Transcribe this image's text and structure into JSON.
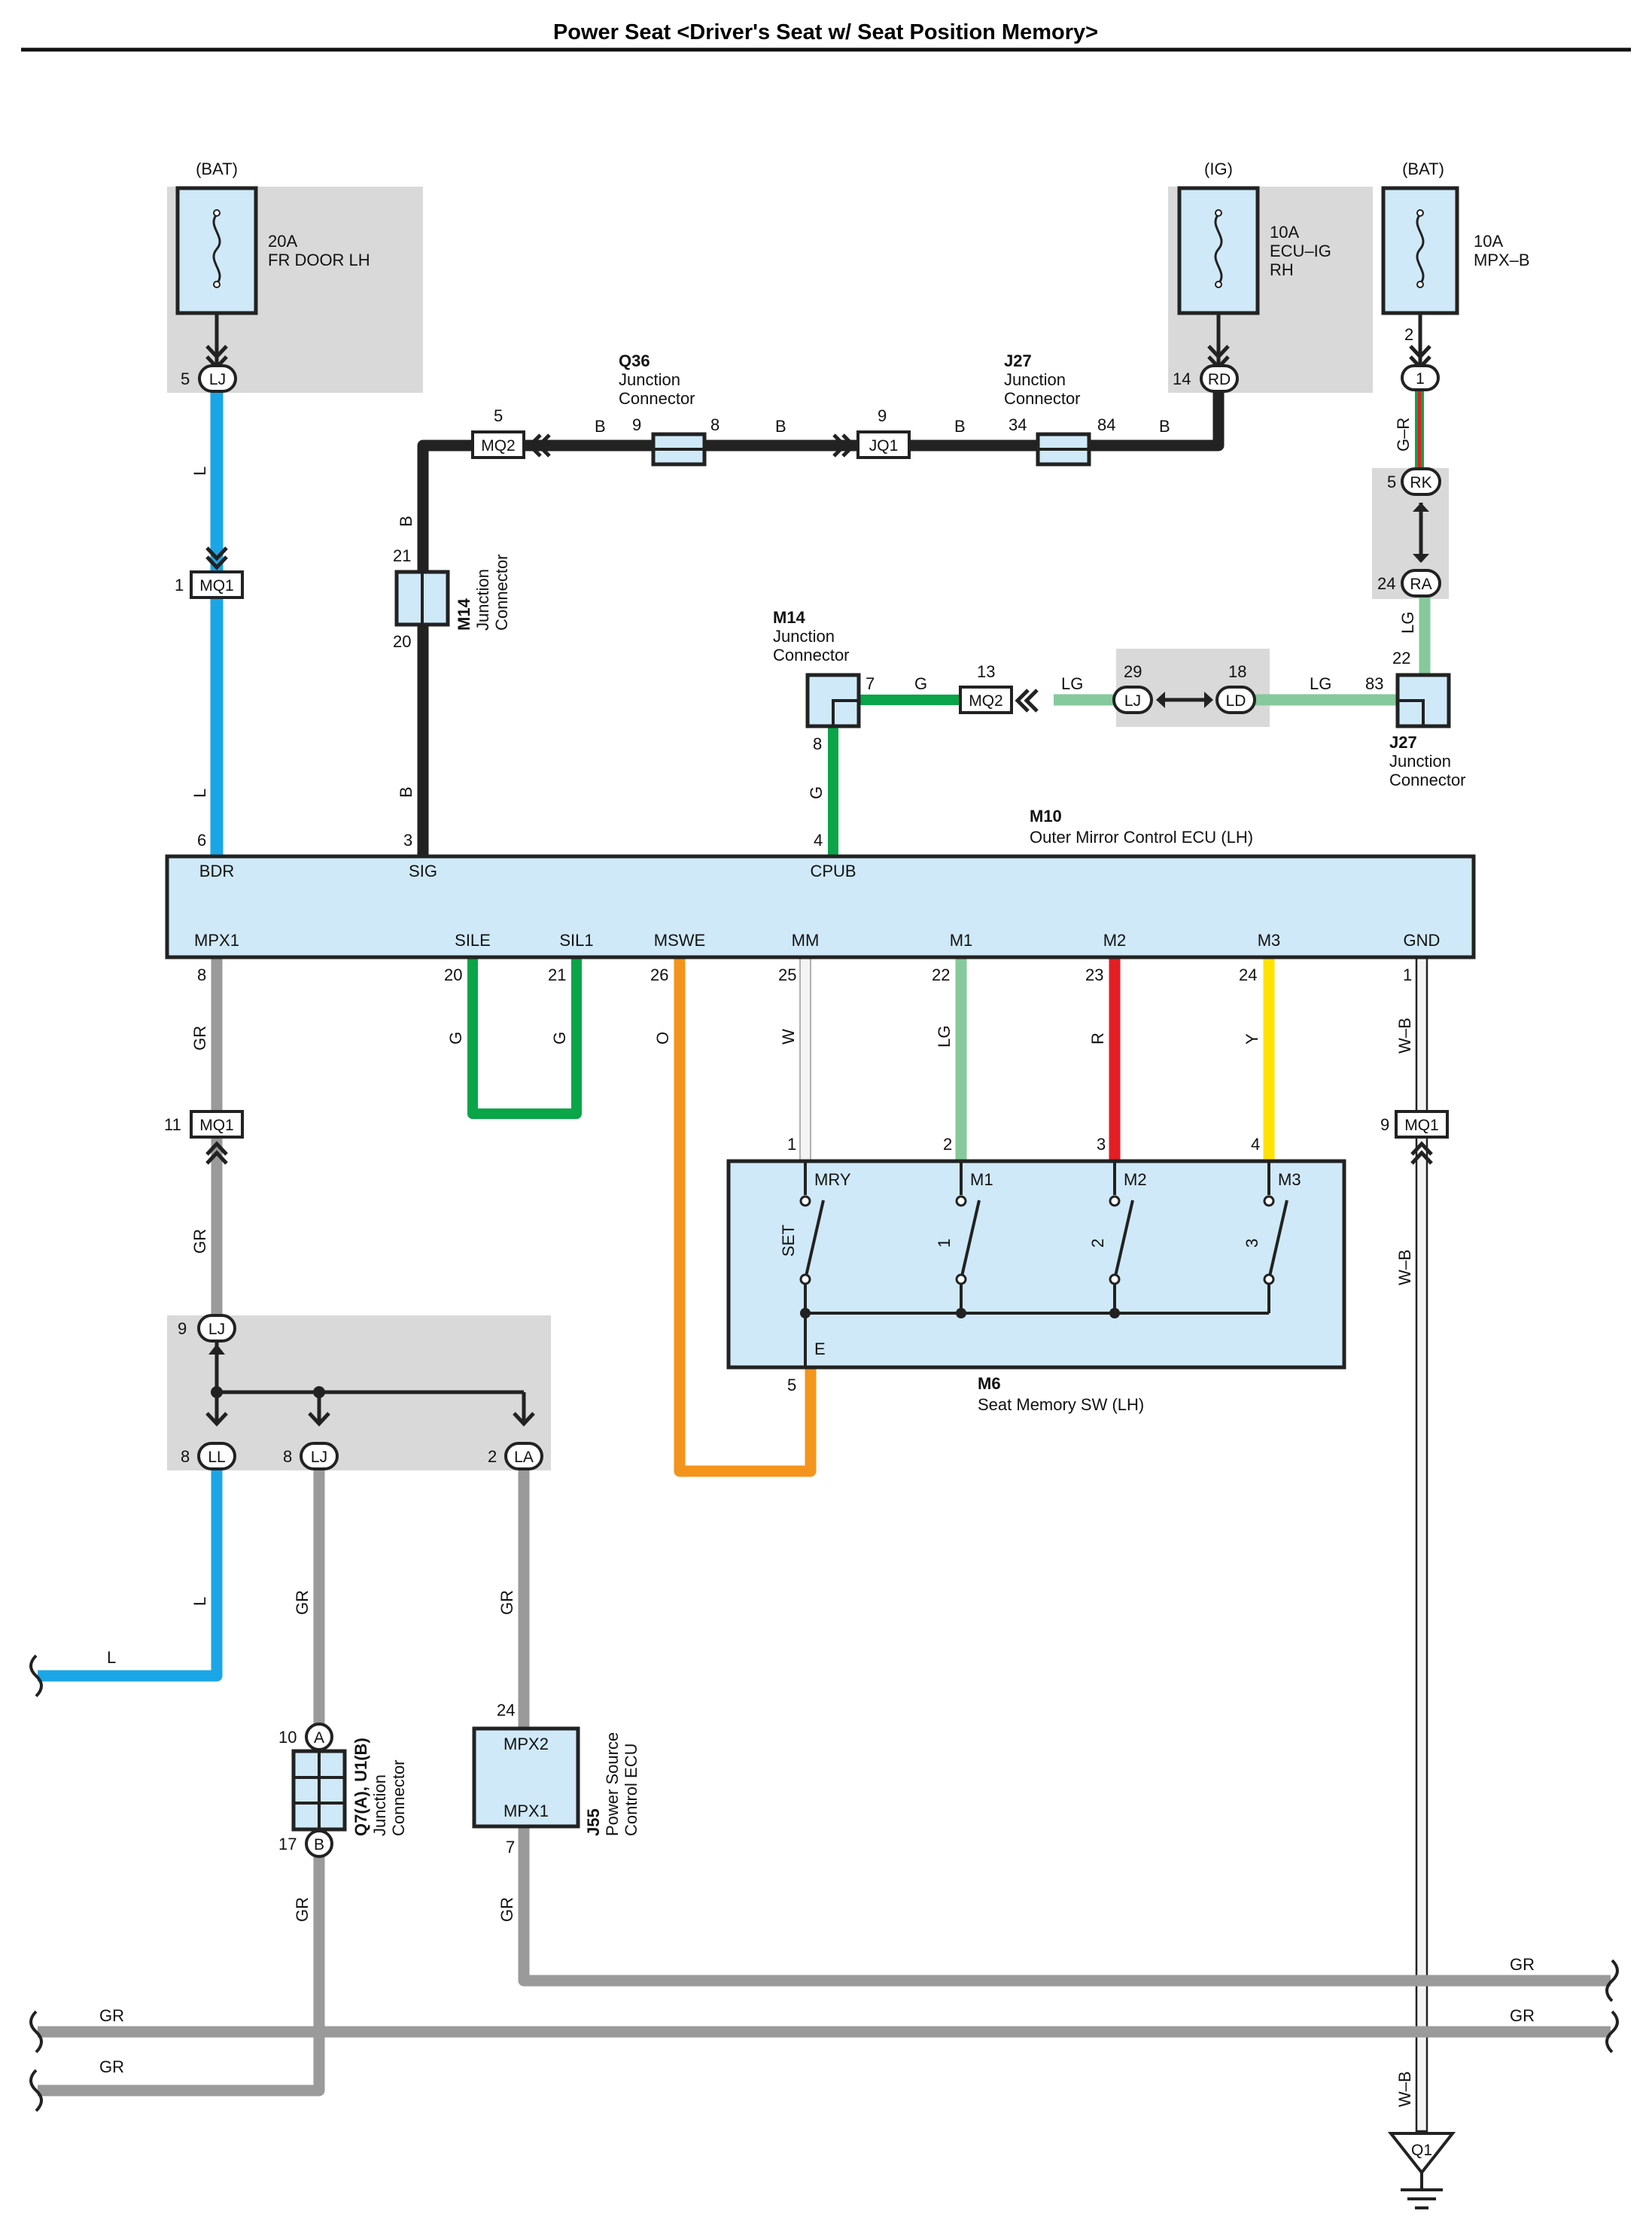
{
  "title": "Power Seat <Driver's Seat w/ Seat Position Memory>",
  "colors": {
    "L": "#1aa6e6",
    "B": "#222222",
    "G": "#0aa548",
    "LG": "#86c99c",
    "GR": "#9a9a9a",
    "O": "#f3941c",
    "W": "#f4f4f4",
    "R": "#e31e24",
    "Y": "#ffe200",
    "component_fill": "#cfe9f8",
    "shade": "#d9d9d9"
  },
  "power": {
    "bat_left": {
      "source": "(BAT)",
      "amp": "20A",
      "name": "FR DOOR LH",
      "conn": "LJ",
      "pin": "5"
    },
    "ig": {
      "source": "(IG)",
      "amp": "10A",
      "name1": "ECU–IG",
      "name2": "RH",
      "conn": "RD",
      "pin": "14"
    },
    "bat_right": {
      "source": "(BAT)",
      "amp": "10A",
      "name": "MPX–B",
      "pin_top": "2",
      "conn": "1"
    }
  },
  "connectors": {
    "mq2_top": {
      "label": "MQ2",
      "pin": "5"
    },
    "q36": {
      "id": "Q36",
      "desc1": "Junction",
      "desc2": "Connector",
      "pin_l": "9",
      "pin_r": "8"
    },
    "jq1": {
      "label": "JQ1",
      "pin": "9"
    },
    "j27_top": {
      "id": "J27",
      "desc1": "Junction",
      "desc2": "Connector",
      "pin_l": "34",
      "pin_r": "84"
    },
    "rk": {
      "label": "RK",
      "pin": "5"
    },
    "ra": {
      "label": "RA",
      "pin": "24"
    },
    "mq1_top": {
      "label": "MQ1",
      "pin": "1"
    },
    "m14_left": {
      "id": "M14",
      "desc1": "Junction",
      "desc2": "Connector",
      "pin_t": "21",
      "pin_b": "20"
    },
    "m14_mid": {
      "id": "M14",
      "desc1": "Junction",
      "desc2": "Connector",
      "pin_r": "7",
      "pin_b": "8"
    },
    "mq2_mid": {
      "label": "MQ2",
      "pin": "13"
    },
    "lj_mid": {
      "label": "LJ",
      "pin": "29"
    },
    "ld": {
      "label": "LD",
      "pin": "18"
    },
    "j27_right": {
      "id": "J27",
      "desc1": "Junction",
      "desc2": "Connector",
      "pin_t": "22",
      "pin_l": "83"
    },
    "mq1_left": {
      "label": "MQ1",
      "pin": "11"
    },
    "mq1_right": {
      "label": "MQ1",
      "pin": "9"
    },
    "lj_lower": {
      "label": "LJ",
      "pin": "9"
    },
    "ll": {
      "label": "LL",
      "pin": "8"
    },
    "lj_lower2": {
      "label": "LJ",
      "pin": "8"
    },
    "la": {
      "label": "LA",
      "pin": "2"
    },
    "q7": {
      "id": "Q7(A), U1(B)",
      "desc1": "Junction",
      "desc2": "Connector",
      "pin_a": "10",
      "a": "A",
      "pin_b": "17",
      "b": "B"
    },
    "j55": {
      "id": "J55",
      "desc1": "Power Source",
      "desc2": "Control ECU",
      "t1": "MPX2",
      "t2": "MPX1",
      "pin_t": "24",
      "pin_b": "7"
    },
    "ground": {
      "label": "Q1"
    }
  },
  "m10": {
    "id": "M10",
    "name": "Outer Mirror Control ECU (LH)",
    "top_terms": [
      {
        "name": "BDR",
        "pin": "6"
      },
      {
        "name": "SIG",
        "pin": "3"
      },
      {
        "name": "CPUB",
        "pin": "4"
      }
    ],
    "bottom_terms": [
      {
        "name": "MPX1",
        "pin": "8"
      },
      {
        "name": "SILE",
        "pin": "20"
      },
      {
        "name": "SIL1",
        "pin": "21"
      },
      {
        "name": "MSWE",
        "pin": "26"
      },
      {
        "name": "MM",
        "pin": "25"
      },
      {
        "name": "M1",
        "pin": "22"
      },
      {
        "name": "M2",
        "pin": "23"
      },
      {
        "name": "M3",
        "pin": "24"
      },
      {
        "name": "GND",
        "pin": "1"
      }
    ]
  },
  "m6": {
    "id": "M6",
    "name": "Seat Memory SW (LH)",
    "terms": [
      {
        "name": "MRY",
        "pin": "1",
        "sw": "SET"
      },
      {
        "name": "M1",
        "pin": "2",
        "sw": "1"
      },
      {
        "name": "M2",
        "pin": "3",
        "sw": "2"
      },
      {
        "name": "M3",
        "pin": "4",
        "sw": "3"
      }
    ],
    "e": "E",
    "e_pin": "5"
  },
  "wire_labels": {
    "L": "L",
    "B": "B",
    "G": "G",
    "LG": "LG",
    "GR": "GR",
    "O": "O",
    "W": "W",
    "R": "R",
    "Y": "Y",
    "WB": "W–B",
    "GRred": "G–R"
  }
}
